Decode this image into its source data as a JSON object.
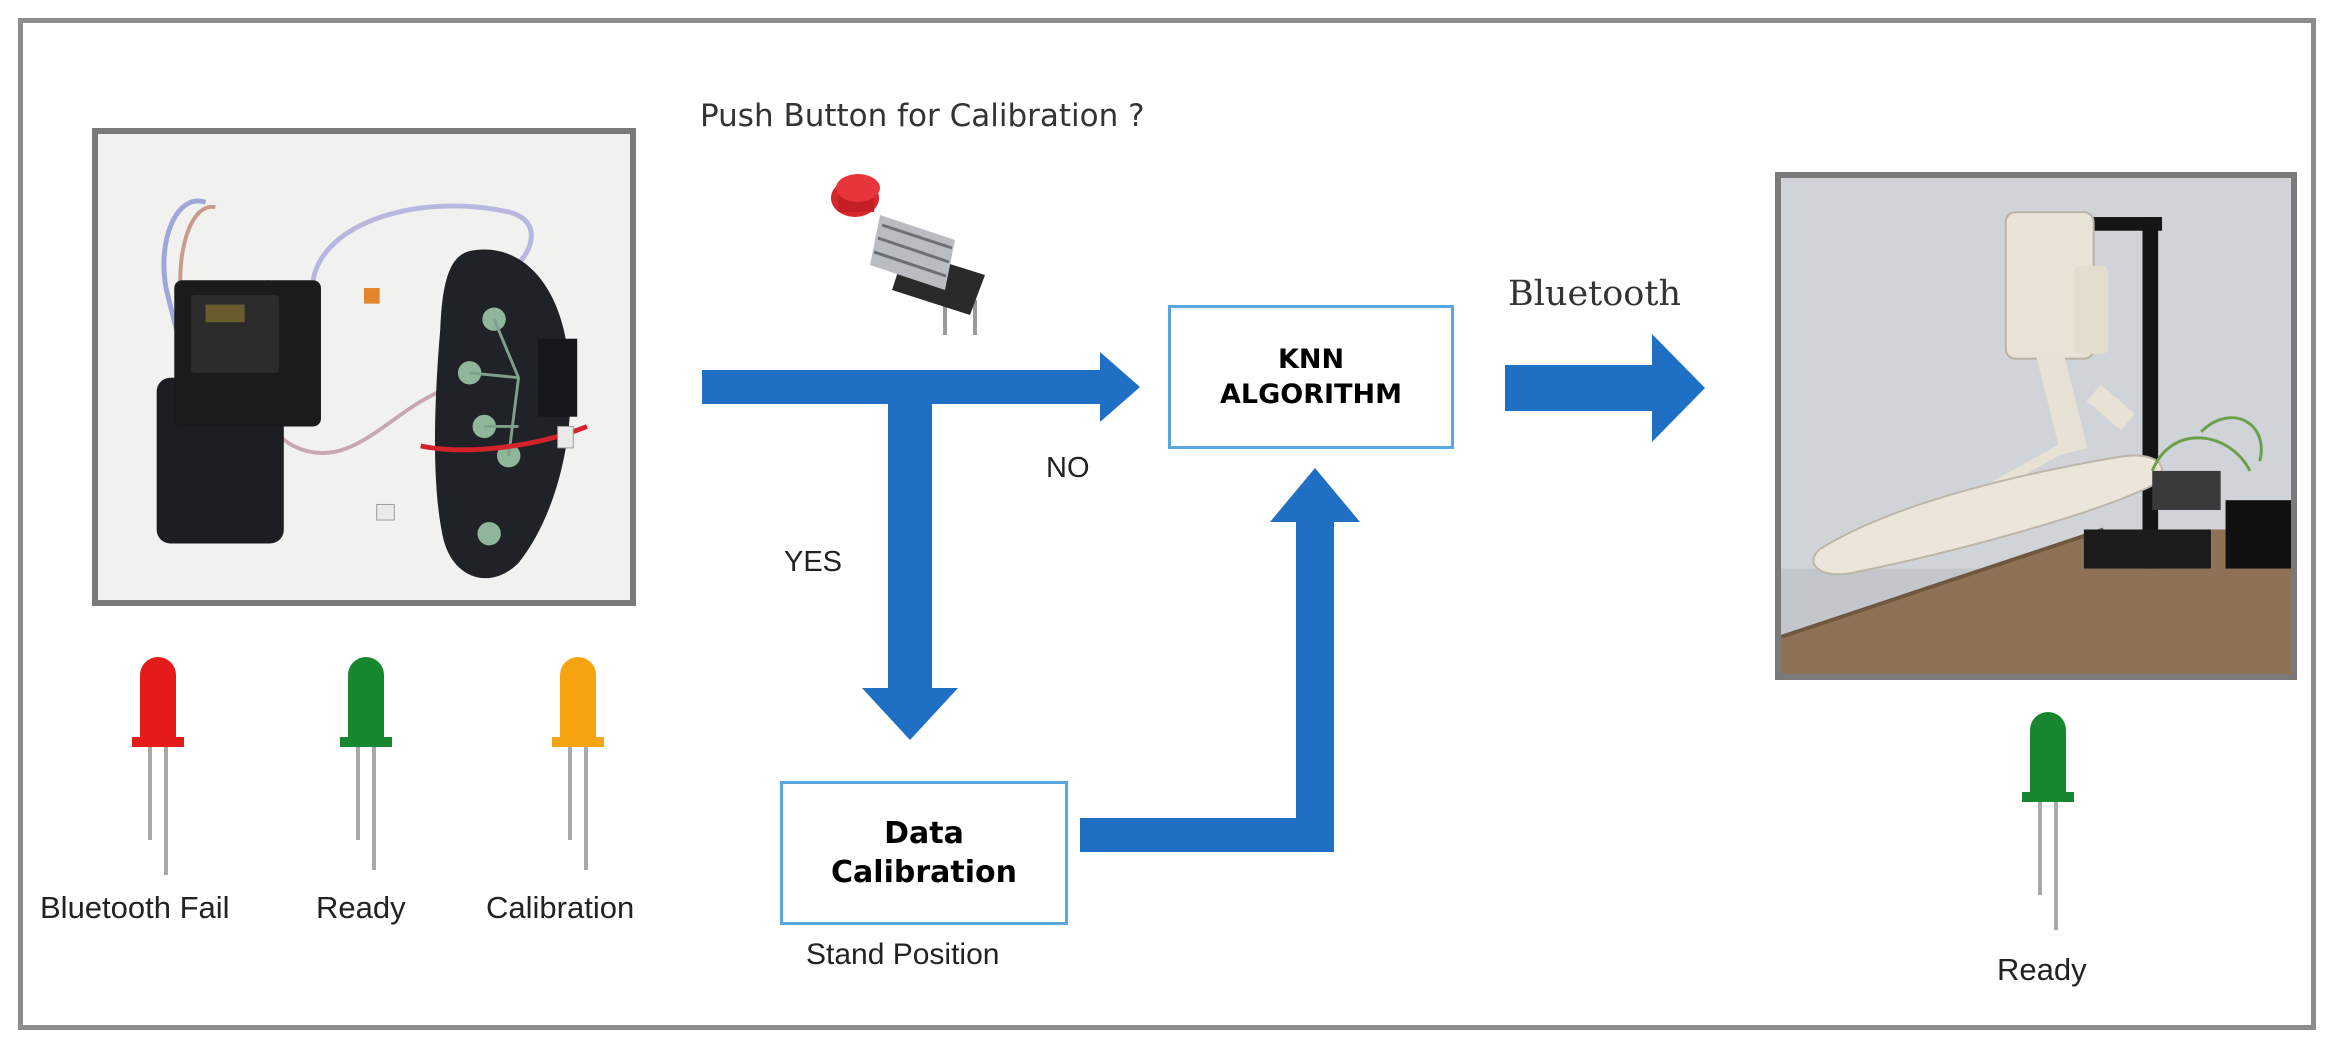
{
  "question_label": "Push Button for Calibration ?",
  "branch_no": "NO",
  "branch_yes": "YES",
  "knn_box": {
    "line1": "KNN",
    "line2": "ALGORITHM"
  },
  "calibration_box": {
    "line1": "Data",
    "line2": "Calibration"
  },
  "stand_position": "Stand Position",
  "bluetooth_label": "Bluetooth",
  "leds": [
    {
      "label": "Bluetooth Fail",
      "color": "#e31b1b"
    },
    {
      "label": "Ready",
      "color": "#17872f"
    },
    {
      "label": "Calibration",
      "color": "#f5a40f"
    }
  ],
  "right_led": {
    "label": "Ready",
    "color": "#17872f"
  },
  "arrow_color": "#1f6fc4",
  "box_border_color": "#5aa6e0"
}
